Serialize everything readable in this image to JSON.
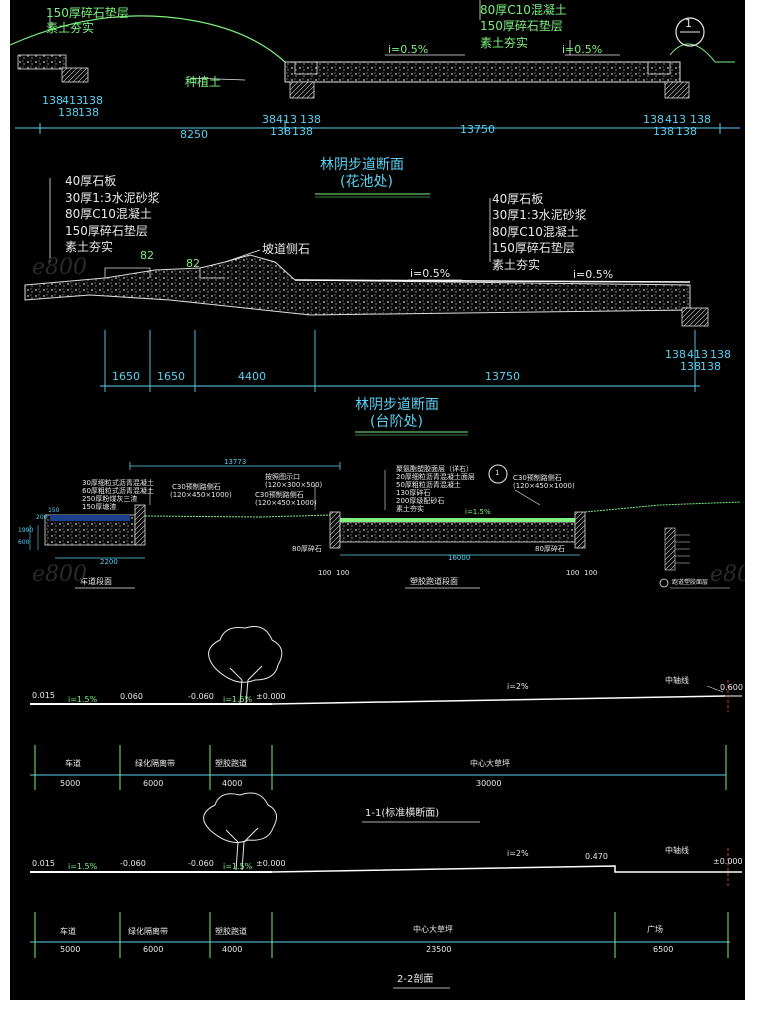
{
  "sec1": {
    "left_notes": [
      "150厚碎石垫层",
      "素土夯实"
    ],
    "right_notes": [
      "80厚C10混凝土",
      "150厚碎石垫层",
      "素土夯实"
    ],
    "slope1": "i=0.5%",
    "slope2": "i=0.5%",
    "plant_label": "种植土",
    "ref_number": "1",
    "dims": [
      "138",
      "413",
      "138",
      "138",
      "138",
      "38",
      "413",
      "138",
      "138",
      "138",
      "138",
      "413",
      "138",
      "138",
      "138"
    ],
    "spans": [
      "8250",
      "13750"
    ],
    "title": "林阴步道断面",
    "subtitle": "(花池处)"
  },
  "sec2": {
    "left_notes": [
      "40厚石板",
      "30厚1:3水泥砂浆",
      "80厚C10混凝土",
      "150厚碎石垫层",
      "素土夯实"
    ],
    "right_notes": [
      "40厚石板",
      "30厚1:3水泥砂浆",
      "80厚C10混凝土",
      "150厚碎石垫层",
      "素土夯实"
    ],
    "curb_label": "坡道侧石",
    "step_dims": [
      "82",
      "82"
    ],
    "slope1": "i=0.5%",
    "slope2": "i=0.5%",
    "right_dims": [
      "138",
      "413",
      "138",
      "138",
      "138"
    ],
    "spans": [
      "1650",
      "1650",
      "4400",
      "13750"
    ],
    "title": "林阴步道断面",
    "subtitle": "(台阶处)"
  },
  "sec3": {
    "total": "13773",
    "left_notes": [
      "30厚细粒式沥青混凝土",
      "60厚粗粒式沥青混凝土",
      "250厚粉煤灰三渣",
      "150厚塘渣"
    ],
    "curb1": "C30预制路侧石",
    "curb1_size": "(120×450×1000)",
    "mid_notes": [
      "按照图示口",
      "(120×300×500)",
      "C30预制路侧石",
      "(120×450×1000)"
    ],
    "right_notes": [
      "聚氨酯塑胶面层（详右）",
      "20厚细粒沥青混凝土面层",
      "50厚粗粒沥青混凝土",
      "130厚碎石",
      "200厚级配砂石",
      "素土夯实"
    ],
    "curb2": "C30预制路侧石",
    "curb2_size": "(120×450×1000)",
    "ref_number": "1",
    "slope": "i=1.5%",
    "gravel1": "80厚碎石",
    "gravel2": "80厚碎石",
    "dims": [
      "2200",
      "16000",
      "100",
      "100",
      "100",
      "100"
    ],
    "vdims": [
      "1990",
      "600",
      "200",
      "150"
    ],
    "cap_left": "车道段面",
    "cap_mid": "塑胶跑道段面",
    "detail_caption": "跑道塑胶面层",
    "detail_lines": [
      "",
      "",
      "",
      "",
      ""
    ]
  },
  "sec4": {
    "levels": [
      "0.015",
      "0.060",
      "-0.060",
      "±0.000",
      "0.600"
    ],
    "slopes": [
      "i=1.5%",
      "i=1.5%",
      "i=2%"
    ],
    "axis_label": "中轴线",
    "zones": [
      "车道",
      "绿化隔离带",
      "塑胶跑道",
      "中心大草坪"
    ],
    "widths": [
      "5000",
      "6000",
      "4000",
      "30000"
    ],
    "title": "1-1(标准横断面)"
  },
  "sec5": {
    "levels": [
      "0.015",
      "-0.060",
      "-0.060",
      "±0.000",
      "0.470",
      "±0.000"
    ],
    "slopes": [
      "i=1.5%",
      "i=1.5%",
      "i=2%"
    ],
    "axis_label": "中轴线",
    "zones": [
      "车道",
      "绿化隔离带",
      "塑胶跑道",
      "中心大草坪",
      "广场"
    ],
    "widths": [
      "5000",
      "6000",
      "4000",
      "23500",
      "6500"
    ],
    "title": "2-2剖面"
  },
  "watermark": "e800",
  "colors": {
    "background": "#000000",
    "cyan": "#5ad1f2",
    "green": "#7ef07e",
    "white": "#e8e8e8"
  }
}
